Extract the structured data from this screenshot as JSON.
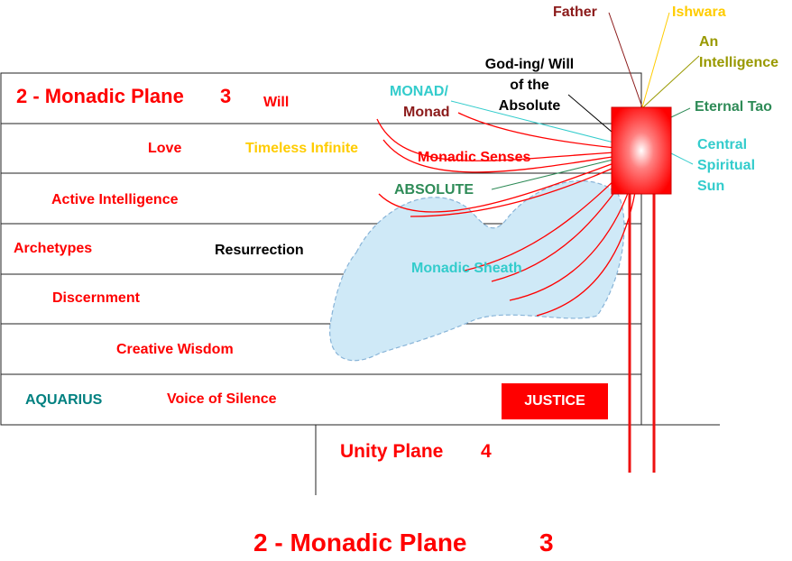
{
  "colors": {
    "red": "#ff0000",
    "dark_red": "#8b1a1a",
    "gold": "#ffcc00",
    "olive": "#999900",
    "green": "#2e8b57",
    "cyan": "#33cccc",
    "teal": "#008080",
    "black": "#000000",
    "sheath_fill": "#cfe9f7",
    "sheath_stroke": "#88b4d8"
  },
  "plane": {
    "header": "2 - Monadic Plane",
    "header_number": "3",
    "rows": [
      {
        "labels": [
          "Will"
        ]
      },
      {
        "labels": [
          "Love",
          "Timeless Infinite",
          "Monadic Senses"
        ]
      },
      {
        "labels": [
          "Active Intelligence",
          "ABSOLUTE"
        ]
      },
      {
        "labels": [
          "Archetypes",
          "Resurrection"
        ]
      },
      {
        "labels": [
          "Discernment"
        ]
      },
      {
        "labels": [
          "Creative Wisdom"
        ]
      },
      {
        "labels": [
          "AQUARIUS",
          "Voice of Silence"
        ]
      }
    ],
    "justice": "JUSTICE",
    "monad_label": "MONAD/",
    "monad_label_2": "Monad",
    "god_ing": "God-ing/ Will of the Absolute",
    "sheath_label": "Monadic Sheath"
  },
  "source_labels": {
    "father": "Father",
    "ishwara": "Ishwara",
    "an_intelligence": "An Intelligence",
    "eternal_tao": "Eternal Tao",
    "central_sun": "Central Spiritual Sun"
  },
  "unity_plane": {
    "label": "Unity Plane",
    "number": "4"
  },
  "footer": {
    "label": "2 - Monadic Plane",
    "number": "3"
  }
}
